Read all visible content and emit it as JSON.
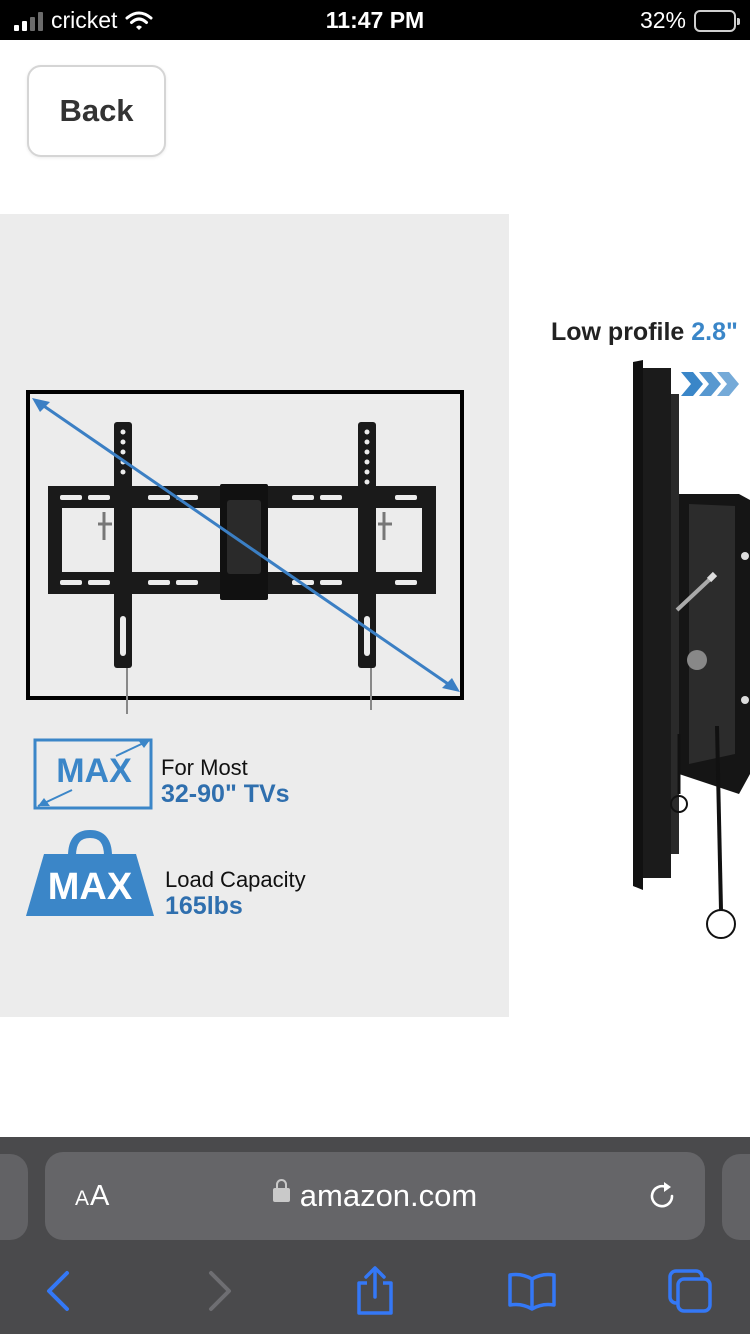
{
  "status_bar": {
    "carrier": "cricket",
    "time": "11:47 PM",
    "battery": "32%",
    "battery_level": 0.32
  },
  "nav": {
    "back_label": "Back"
  },
  "gallery": {
    "slide1": {
      "max_badge_1": "MAX",
      "size_line1": "For Most",
      "size_line2": "32-90\" TVs",
      "max_badge_2": "MAX",
      "load_line1": "Load Capacity",
      "load_line2": "165lbs"
    },
    "slide2": {
      "profile_label": "Low profile",
      "profile_value": "2.8\""
    }
  },
  "browser": {
    "text_size_label": "A",
    "text_size_label_big": "A",
    "url": "amazon.com"
  },
  "colors": {
    "accent_blue": "#3478f6",
    "infographic_blue": "#2f6fae",
    "toolbar_bg": "#4a4a4c"
  }
}
